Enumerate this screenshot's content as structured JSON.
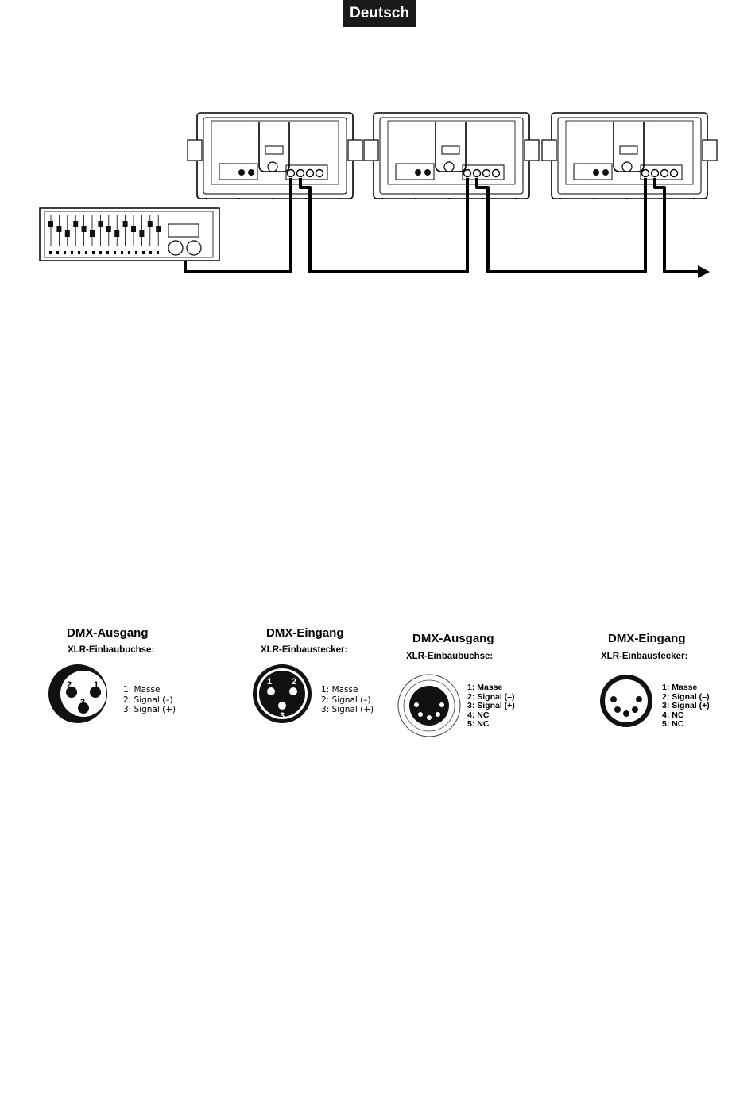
{
  "header": {
    "language": "Deutsch"
  },
  "connectors": [
    {
      "title": "DMX-Ausgang",
      "subtitle": "XLR-Einbaubuchse:",
      "pins": [
        "1: Masse",
        "2: Signal (–)",
        "3: Signal (+)"
      ]
    },
    {
      "title": "DMX-Eingang",
      "subtitle": "XLR-Einbaustecker:",
      "pins": [
        "1: Masse",
        "2: Signal (–)",
        "3: Signal (+)"
      ]
    },
    {
      "title": "DMX-Ausgang",
      "subtitle": "XLR-Einbaubuchse:",
      "pins": [
        "1: Masse",
        "2: Signal (–)",
        "3: Signal (+)",
        "4: NC",
        "5: NC"
      ]
    },
    {
      "title": "DMX-Eingang",
      "subtitle": "XLR-Einbaustecker:",
      "pins": [
        "1: Masse",
        "2: Signal (–)",
        "3: Signal (+)",
        "4: NC",
        "5: NC"
      ]
    }
  ],
  "pin_numbers": {
    "p1": "1",
    "p2": "2",
    "p3": "3",
    "p4": "4",
    "p5": "5"
  }
}
